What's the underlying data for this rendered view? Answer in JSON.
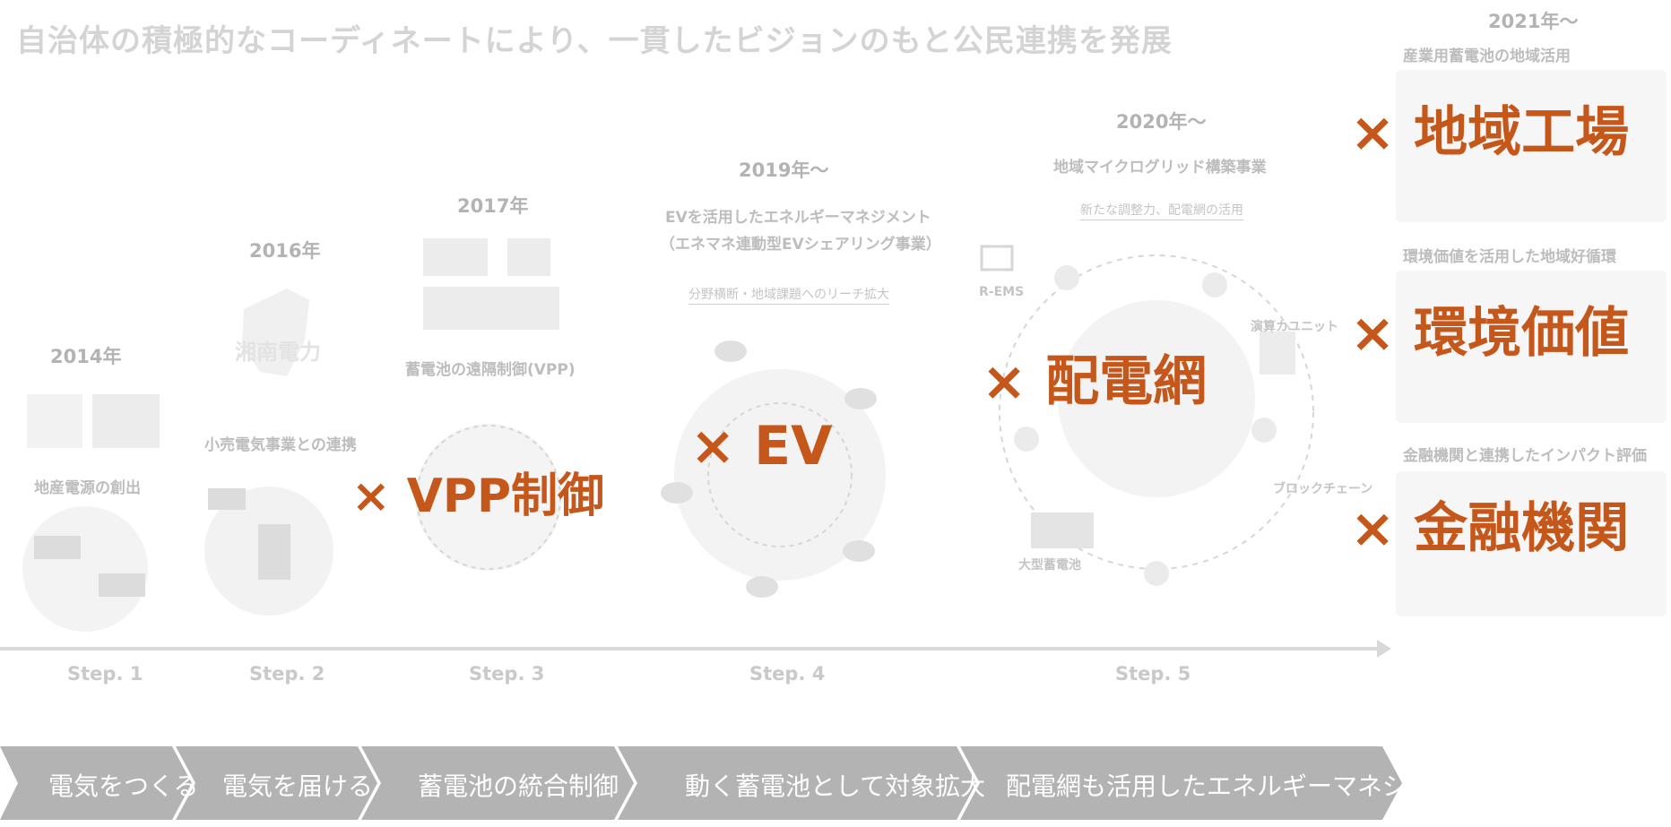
{
  "title": "自治体の積極的なコーディネートにより、一貫したビジョンのもと公民連携を発展",
  "steps": [
    {
      "label": "Step. 1",
      "year": "2014年",
      "caption": "地産電源の創出"
    },
    {
      "label": "Step. 2",
      "year": "2016年",
      "caption": "小売電気事業との連携"
    },
    {
      "label": "Step. 3",
      "year": "2017年",
      "caption": "蓄電池の遠隔制御(VPP)"
    },
    {
      "label": "Step. 4",
      "year": "2019年～",
      "caption_line1": "EVを活用したエネルギーマネジメント",
      "caption_line2": "（エネマネ連動型EVシェアリング事業）",
      "subcaption": "分野横断・地域課題へのリーチ拡大"
    },
    {
      "label": "Step. 5",
      "year": "2020年～",
      "caption": "地域マイクログリッド構築事業",
      "subcaption": "新たな調整力、配電網の活用",
      "nodes": {
        "rems": "R-EMS",
        "compute": "演算カユニット",
        "blockchain": "ブロックチェーン",
        "battery": "大型蓄電池"
      }
    }
  ],
  "logo_text": "湘南電力",
  "overlays": {
    "vpp": "× VPP制御",
    "ev": "× EV",
    "grid": "× 配電網"
  },
  "right_panel": {
    "year": "2021年～",
    "items": [
      {
        "label": "産業用蓄電池の地域活用",
        "overlay": "× 地域工場"
      },
      {
        "label": "環境価値を活用した地域好循環",
        "overlay": "× 環境価値"
      },
      {
        "label": "金融機関と連携したインパクト評価",
        "overlay": "× 金融機関"
      }
    ]
  },
  "chevrons": [
    "電気をつくる",
    "電気を届ける",
    "蓄電池の統合制御",
    "動く蓄電池として対象拡大",
    "配電網も活用したエネルギーマネジメント"
  ]
}
